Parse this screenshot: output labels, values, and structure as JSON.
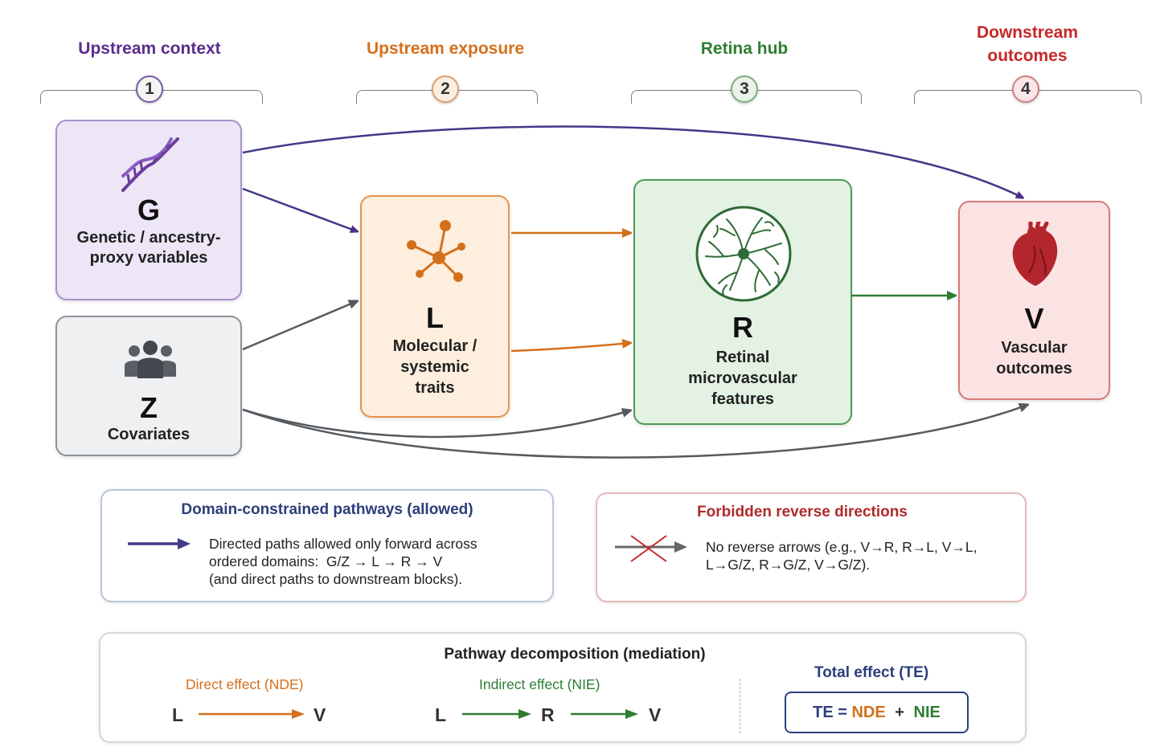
{
  "domains": [
    {
      "title": "Upstream context",
      "number": "1",
      "color": "#5b2d8e"
    },
    {
      "title": "Upstream exposure",
      "number": "2",
      "color": "#d4701c"
    },
    {
      "title": "Retina hub",
      "number": "3",
      "color": "#2e7d32"
    },
    {
      "title": "Downstream outcomes",
      "number": "4",
      "color": "#c62828"
    }
  ],
  "nodes": {
    "g": {
      "letter": "G",
      "label": "Genetic / ancestry-proxy variables",
      "icon": "dna-icon"
    },
    "z": {
      "letter": "Z",
      "label": "Covariates",
      "icon": "people-icon"
    },
    "l": {
      "letter": "L",
      "label": "Molecular / systemic traits",
      "icon": "molecule-icon"
    },
    "r": {
      "letter": "R",
      "label": "Retinal microvascular features",
      "icon": "retina-icon"
    },
    "v": {
      "letter": "V",
      "label": "Vascular outcomes",
      "icon": "heart-icon"
    }
  },
  "allowed_panel": {
    "title": "Domain-constrained pathways (allowed)",
    "line1": "Directed paths allowed only forward across",
    "line2": "ordered domains:  G/Z → L → R → V",
    "line3": "(and direct paths to downstream blocks)."
  },
  "forbidden_panel": {
    "title": "Forbidden reverse directions",
    "line1": "No reverse arrows (e.g., V→R, R→L, V→L,",
    "line2": "L→G/Z, R→G/Z, V→G/Z)."
  },
  "mediation_panel": {
    "title": "Pathway decomposition (mediation)",
    "direct_label": "Direct effect (NDE)",
    "indirect_label": "Indirect effect (NIE)",
    "total_label": "Total effect (TE)",
    "direct_from": "L",
    "direct_to": "V",
    "indirect_from": "L",
    "indirect_mid": "R",
    "indirect_to": "V",
    "te": "TE",
    "eq": "=",
    "nde": "NDE",
    "plus": "+",
    "nie": "NIE"
  },
  "colors": {
    "purple": "#5b2d8e",
    "orange": "#d4701c",
    "green": "#2e7d32",
    "red": "#c62828",
    "navy": "#2c3e7a",
    "gray": "#555a60"
  }
}
